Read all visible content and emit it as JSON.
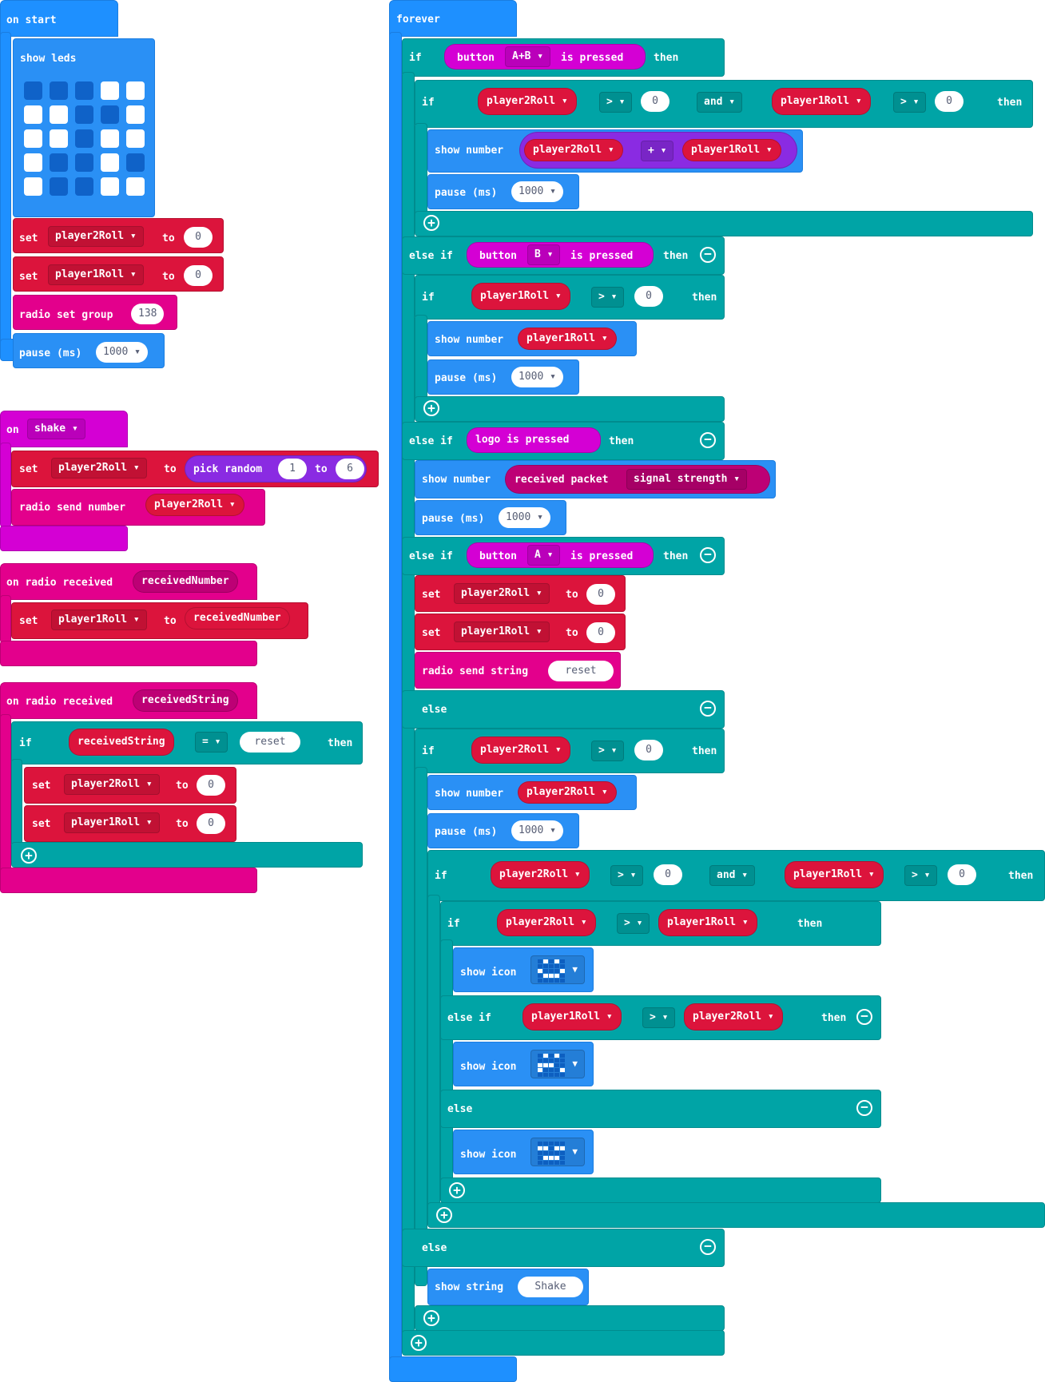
{
  "on_start": {
    "title": "on start",
    "show_leds": "show leds",
    "leds": [
      [
        0,
        0,
        0,
        1,
        1
      ],
      [
        1,
        1,
        0,
        0,
        1
      ],
      [
        1,
        1,
        0,
        1,
        1
      ],
      [
        1,
        0,
        0,
        1,
        0
      ],
      [
        1,
        0,
        0,
        1,
        1
      ]
    ],
    "set1": {
      "kw": "set",
      "var": "player2Roll ▾",
      "to": "to",
      "val": "0"
    },
    "set2": {
      "kw": "set",
      "var": "player1Roll ▾",
      "to": "to",
      "val": "0"
    },
    "radio": {
      "label": "radio set group",
      "val": "138"
    },
    "pause": {
      "label": "pause (ms)",
      "val": "1000 ▾"
    }
  },
  "on_shake": {
    "on": "on",
    "event": "shake ▾",
    "set": "set",
    "var": "player2Roll ▾",
    "to": "to",
    "pick": "pick random",
    "from": "1",
    "to2": "to",
    "max": "6",
    "send": "radio send number",
    "send_var": "player2Roll ▾"
  },
  "on_num": {
    "label": "on radio received",
    "param": "receivedNumber",
    "set": "set",
    "var": "player1Roll ▾",
    "to": "to",
    "val": "receivedNumber"
  },
  "on_str": {
    "label": "on radio received",
    "param": "receivedString",
    "if": "if",
    "cmp_var": "receivedString",
    "op": "= ▾",
    "str": "reset",
    "then": "then",
    "set1": {
      "kw": "set",
      "var": "player2Roll ▾",
      "to": "to",
      "val": "0"
    },
    "set2": {
      "kw": "set",
      "var": "player1Roll ▾",
      "to": "to",
      "val": "0"
    }
  },
  "forever": {
    "title": "forever",
    "if": "if",
    "btn": "button",
    "ab": "A+B ▾",
    "pressed": "is pressed",
    "then": "then",
    "p2": "player2Roll ▾",
    "p1": "player1Roll ▾",
    "gt": "> ▾",
    "zero": "0",
    "and": "and ▾",
    "plus_op": "+ ▾",
    "show_number": "show number",
    "pause": "pause (ms)",
    "ms": "1000 ▾",
    "else_if": "else if",
    "b": "B ▾",
    "logo": "logo is pressed",
    "received": "received packet",
    "signal": "signal strength ▾",
    "a": "A ▾",
    "radio_send_string": "radio send string",
    "reset": "reset",
    "else": "else",
    "show_icon": "show icon",
    "show_string": "show string",
    "shake": "Shake"
  }
}
